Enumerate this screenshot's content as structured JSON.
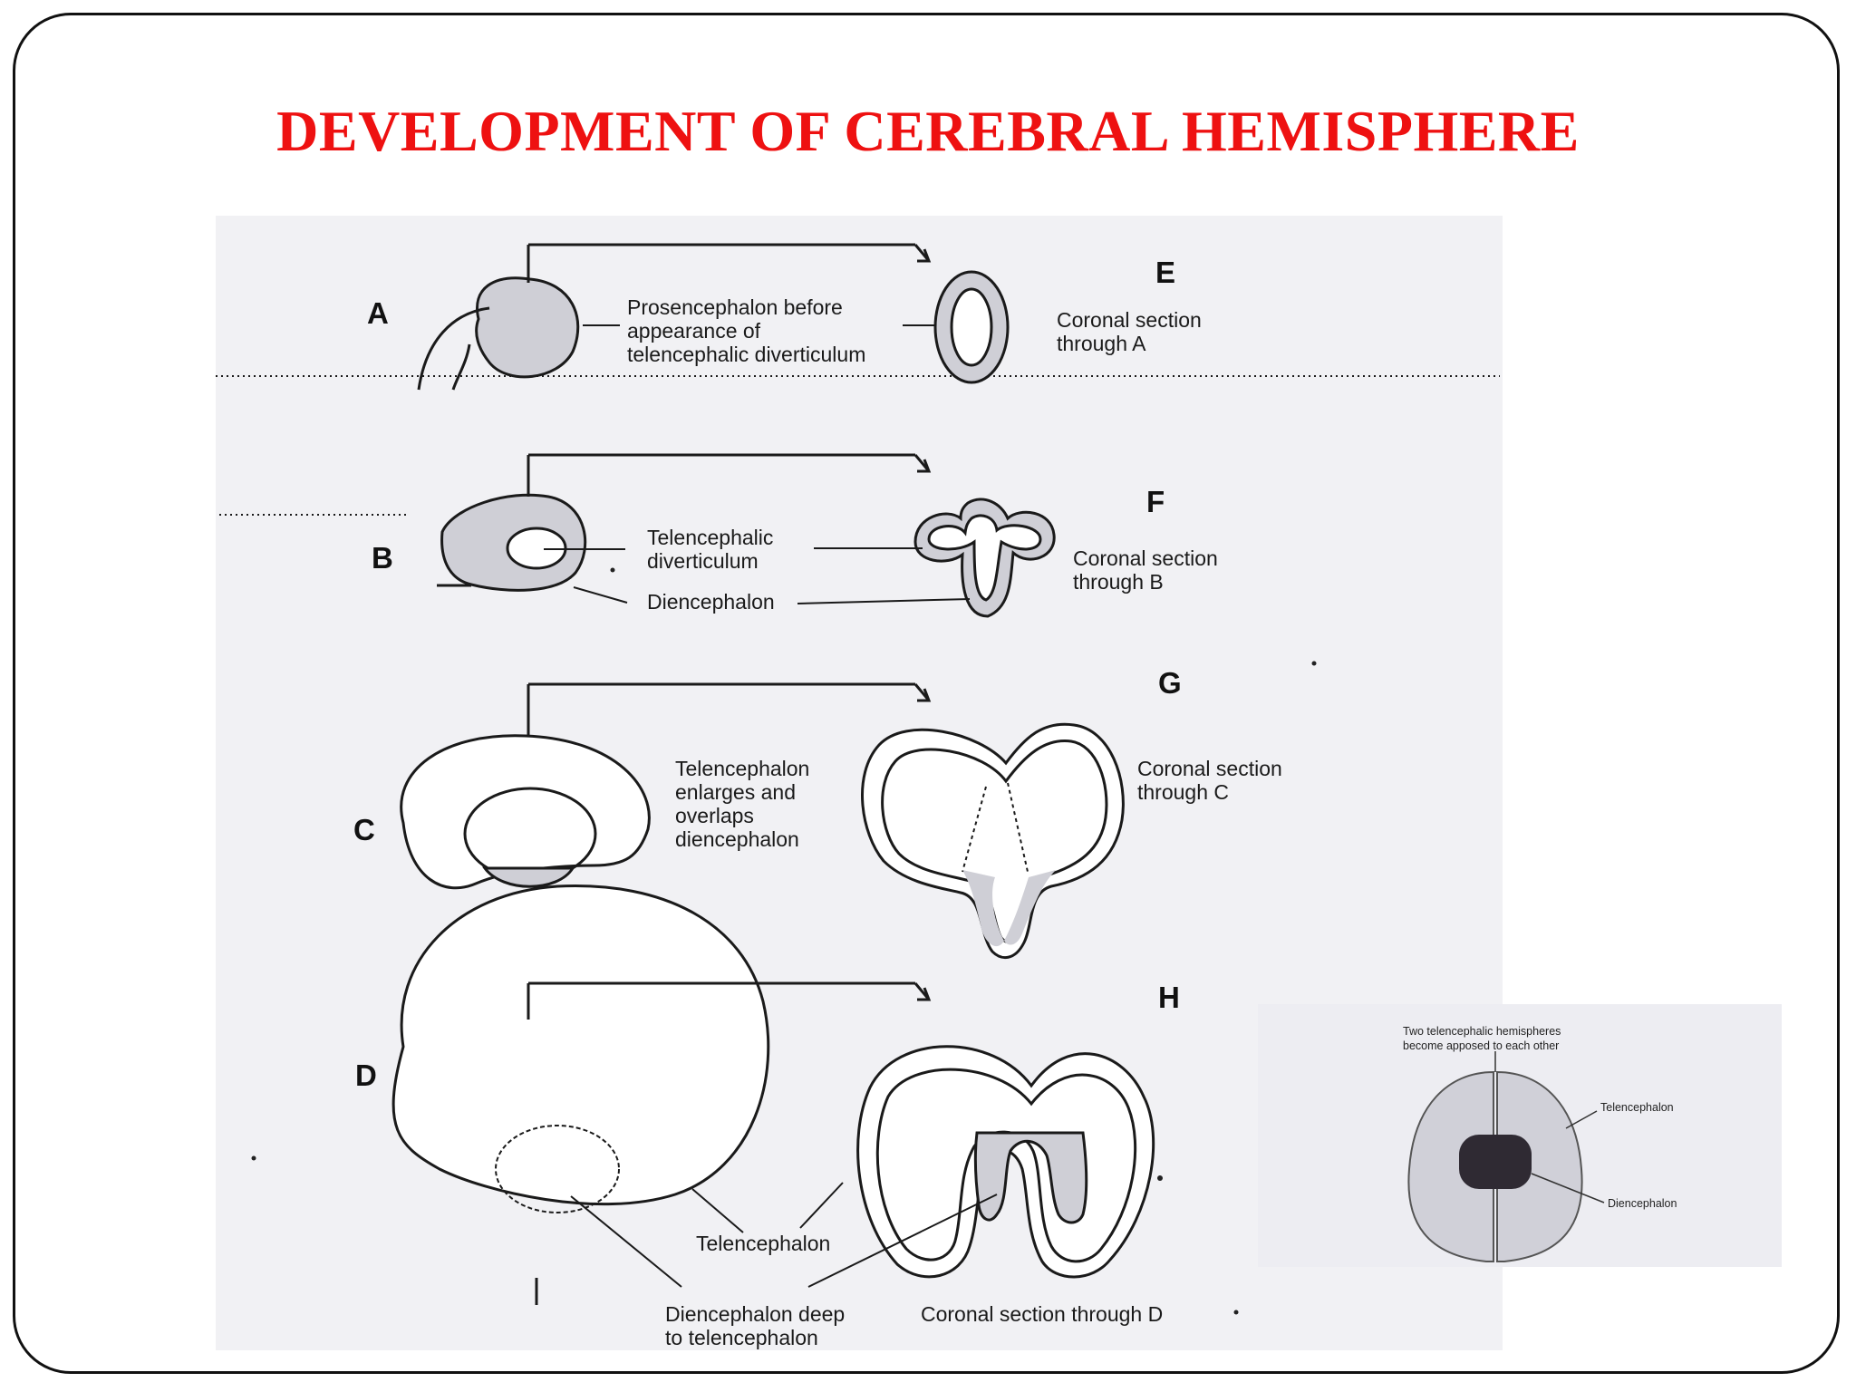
{
  "title": "DEVELOPMENT OF CEREBRAL HEMISPHERE",
  "figure": {
    "panel_letters": [
      "A",
      "B",
      "C",
      "D",
      "E",
      "F",
      "G",
      "H"
    ],
    "a": {
      "l1": "Prosencephalon before",
      "l2": "appearance of",
      "l3": "telencephalic diverticulum"
    },
    "e": {
      "l1": "Coronal section",
      "l2": "through A"
    },
    "b": {
      "l1": "Telencephalic",
      "l2": "diverticulum",
      "l3": "Diencephalon"
    },
    "f": {
      "l1": "Coronal section",
      "l2": "through B"
    },
    "c": {
      "l1": "Telencephalon",
      "l2": "enlarges and",
      "l3": "overlaps",
      "l4": "diencephalon"
    },
    "g": {
      "l1": "Coronal section",
      "l2": "through C"
    },
    "d": {
      "l1": "Telencephalon",
      "l2": "Diencephalon deep",
      "l3": "to telencephalon"
    },
    "h": {
      "l1": "Coronal section through D"
    }
  },
  "inset": {
    "caption_l1": "Two telencephalic hemispheres",
    "caption_l2": "become apposed to each other",
    "telencephalon": "Telencephalon",
    "diencephalon": "Diencephalon"
  },
  "colors": {
    "title": "#ee1111",
    "shade": "#d2d2d8",
    "dark": "#2f2a33"
  }
}
